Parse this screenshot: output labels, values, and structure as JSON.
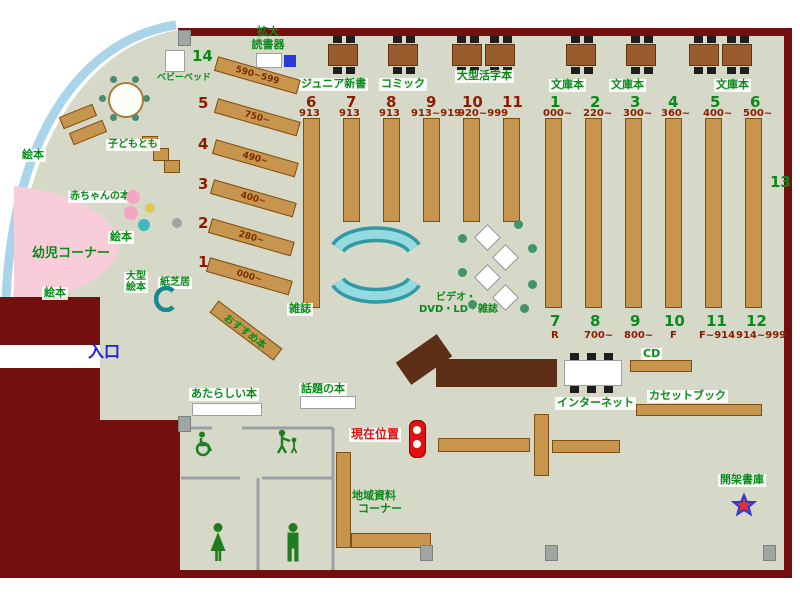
{
  "labels": {
    "entrance": "入口",
    "magnifier_l1": "拡大",
    "magnifier_l2": "読書器",
    "junior_shinsho": "ジュニア新書",
    "comic": "コミック",
    "large_print": "大型活字本",
    "bunko_1": "文庫本",
    "bunko_2": "文庫本",
    "bunko_3": "文庫本",
    "baby_bed": "ベビーベッド",
    "kodomo_tomo": "子どもとも",
    "baby_books": "赤ちゃんの本",
    "ehon_1": "絵本",
    "ehon_2": "絵本",
    "ehon_3": "絵本",
    "infant_corner": "幼児コーナー",
    "ogata_ehon_l1": "大型",
    "ogata_ehon_l2": "絵本",
    "kamishibai": "紙芝居",
    "zasshi": "雑誌",
    "osusume": "おすすめ本",
    "video_l1": "ビデオ・",
    "video_l2": "DVD・LD・雑誌",
    "new_books": "あたらしい本",
    "topic_books": "話題の本",
    "current_pos": "現在位置",
    "regional_l1": "地域資料",
    "regional_l2": "コーナー",
    "cd": "CD",
    "internet": "インターネット",
    "cassette": "カセットブック",
    "open_stacks": "開架書庫",
    "shelf13": "13"
  },
  "diagonal_shelves": [
    {
      "num": "14",
      "range": "590~599"
    },
    {
      "num": "5",
      "range": "750~"
    },
    {
      "num": "4",
      "range": "490~"
    },
    {
      "num": "3",
      "range": "400~"
    },
    {
      "num": "2",
      "range": "280~"
    },
    {
      "num": "1",
      "range": "000~"
    }
  ],
  "nine_hundreds": {
    "numbers": [
      "6",
      "7",
      "8",
      "9",
      "10",
      "11"
    ],
    "ranges": [
      "913",
      "913",
      "913",
      "913~919",
      "920~999"
    ]
  },
  "general_top": [
    {
      "num": "1",
      "range": "000~"
    },
    {
      "num": "2",
      "range": "220~"
    },
    {
      "num": "3",
      "range": "300~"
    },
    {
      "num": "4",
      "range": "360~"
    },
    {
      "num": "5",
      "range": "400~"
    },
    {
      "num": "6",
      "range": "500~"
    }
  ],
  "general_bottom": [
    {
      "num": "7",
      "range": "R"
    },
    {
      "num": "8",
      "range": "700~"
    },
    {
      "num": "9",
      "range": "800~"
    },
    {
      "num": "10",
      "range": "F"
    },
    {
      "num": "11",
      "range": "F~914"
    },
    {
      "num": "12",
      "range": "914~999"
    }
  ],
  "colors": {
    "wall": "#740f0f",
    "floor": "#d6d9c8",
    "shelf": "#c8954e",
    "accent_green": "#0a8a1a",
    "accent_red": "#e21212",
    "accent_blue": "#1822e6",
    "bench_teal": "#2f9aa4",
    "infant_pink": "#f8ccd8"
  }
}
